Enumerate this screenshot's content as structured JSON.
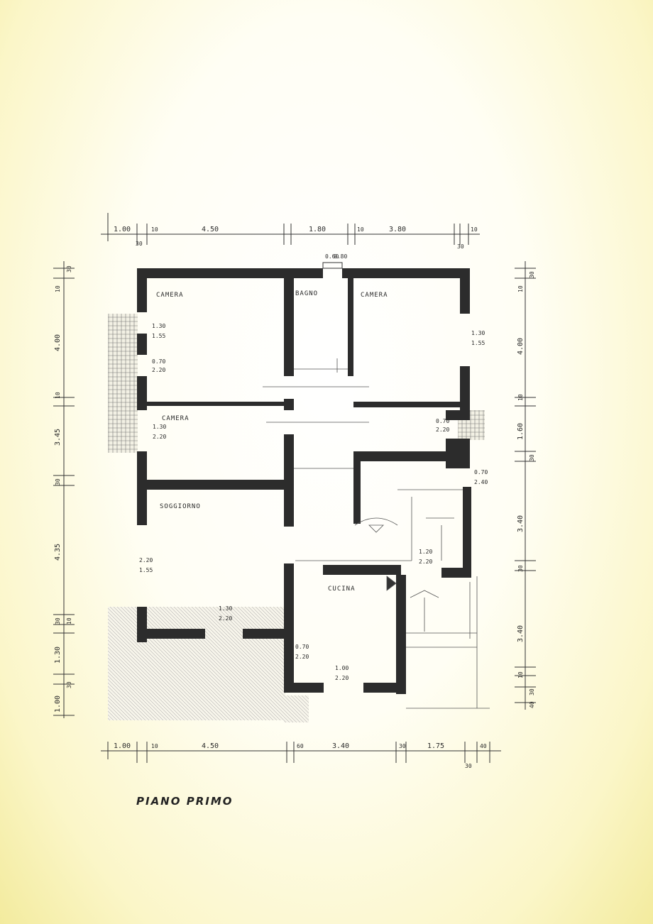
{
  "title": "PIANO PRIMO",
  "rooms": {
    "camera_1": "CAMERA",
    "bagno": "BAGNO",
    "camera_2": "CAMERA",
    "cucina": "CUCINA",
    "soggiorno": "SOGGIORNO",
    "camera_3": "CAMERA"
  },
  "dimensions": {
    "top": [
      "1.00",
      "10",
      "4.50",
      "1.80",
      "10",
      "3.80",
      "30",
      "10",
      "30"
    ],
    "bottom": [
      "1.00",
      "10",
      "4.50",
      "60",
      "3.40",
      "30",
      "1.75",
      "40",
      "30"
    ],
    "left": [
      "30",
      "10",
      "4.00",
      "10",
      "3.45",
      "30",
      "4.35",
      "30",
      "10",
      "1.30",
      "1.00",
      "30"
    ],
    "right": [
      "30",
      "10",
      "4.00",
      "10",
      "1.60",
      "30",
      "3.40",
      "30",
      "3.40",
      "10",
      "30",
      "40"
    ]
  },
  "openings": {
    "camera_1_window": [
      "1.30",
      "1.55"
    ],
    "camera_1_door": [
      "0.70",
      "2.20"
    ],
    "camera_2_window": [
      "1.30",
      "1.55"
    ],
    "soggiorno_window": [
      "2.20",
      "1.55"
    ],
    "soggiorno_bottom": [
      "1.30",
      "2.20"
    ],
    "entry": [
      "0.70",
      "2.20"
    ],
    "entry_2": [
      "1.00",
      "2.20"
    ],
    "camera_3_window": [
      "1.30",
      "2.20"
    ],
    "right_door": [
      "0.70",
      "2.20"
    ],
    "right_door_2": [
      "0.70",
      "2.40"
    ],
    "stair": [
      "1.20",
      "2.20"
    ],
    "top_window": [
      "0.60",
      "0.80"
    ]
  },
  "colors": {
    "wall": "#2c2c2c",
    "line": "#333333",
    "paper": "#fdfbe6"
  }
}
